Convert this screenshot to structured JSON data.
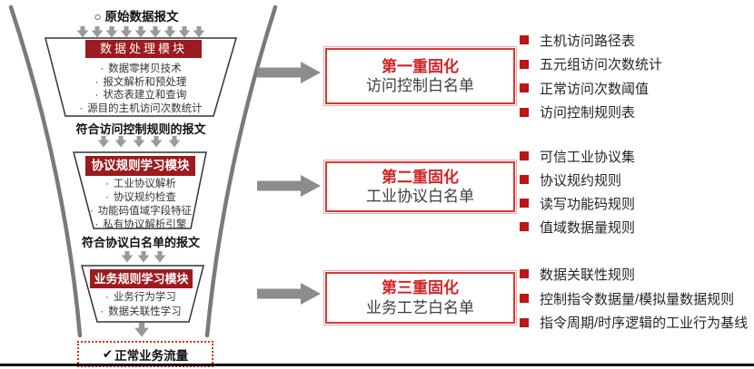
{
  "icons": {
    "circle": "○",
    "check": "✔",
    "dot": "·"
  },
  "colors": {
    "module_header_bg": "#9C1B1E",
    "stage_title_red": "#D02528",
    "bullet_red": "#BB1717",
    "stage_border_red": "#DA3832",
    "dotted_border_red": "#E02B20",
    "gray_arrow": "#8C8C8C",
    "funnel_gray": "#7A7A7A"
  },
  "funnel": {
    "top_label": "原始数据报文",
    "modules": [
      {
        "title": "数据处理模块",
        "items": [
          "数据零拷贝技术",
          "报文解析和预处理",
          "状态表建立和查询",
          "源目的主机访问次数统计"
        ]
      },
      {
        "title": "协议规则学习模块",
        "items": [
          "工业协议解析",
          "协议规约检查",
          "功能码值域字段特征",
          "私有协议解析引擎"
        ]
      },
      {
        "title": "业务规则学习模块",
        "items": [
          "业务行为学习",
          "数据关联性学习"
        ]
      }
    ],
    "stage_labels": [
      "符合访问控制规则的报文",
      "符合协议白名单的报文"
    ],
    "result_label": "正常业务流量"
  },
  "stages": [
    {
      "title": "第一重固化",
      "subtitle": "访问控制白名单",
      "points": [
        "主机访问路径表",
        "五元组访问次数统计",
        "正常访问次数阈值",
        "访问控制规则表"
      ]
    },
    {
      "title": "第二重固化",
      "subtitle": "工业协议白名单",
      "points": [
        "可信工业协议集",
        "协议规约规则",
        "读写功能码规则",
        "值域数据量规则"
      ]
    },
    {
      "title": "第三重固化",
      "subtitle": "业务工艺白名单",
      "points": [
        "数据关联性规则",
        "控制指令数据量/模拟量数据规则",
        "指令周期/时序逻辑的工业行为基线"
      ]
    }
  ]
}
